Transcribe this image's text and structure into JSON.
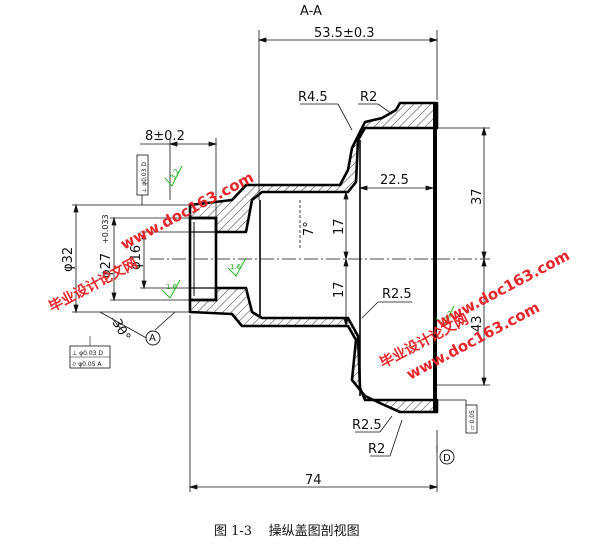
{
  "section_label": "A-A",
  "dimensions": {
    "overall_length_top": "53.5±0.3",
    "overall_length_bottom": "74",
    "radius_r45": "R4.5",
    "radius_r2_top": "R2",
    "radius_r25_mid": "R2.5",
    "radius_r25_bottom": "R2.5",
    "radius_r2_bottom": "R2",
    "width_8": "8±0.2",
    "len_225": "22.5",
    "height_37": "37",
    "height_43": "43",
    "half_17_top": "17",
    "half_17_bottom": "17",
    "angle_7": "7°",
    "diameter_32": "φ32",
    "diameter_27": "φ27",
    "diameter_16": "φ16",
    "tolerance_12": "+0.033",
    "angle_30": "30°",
    "datum_a": "A",
    "datum_d": "D"
  },
  "gdt": {
    "perp_top": "⊥ φ0.03 D",
    "runout_a": "⊥ φ0.03 D",
    "runout_b": "⌭ φ0.05 A",
    "flatness": "▱ 0.05"
  },
  "roughness": {
    "r1": "3.2",
    "r2": "1.6",
    "r3": "1.6",
    "r4": "3.2"
  },
  "watermarks": {
    "w1": "毕业设计论文网",
    "w2": "www.doc163.com",
    "w3": "www.doc163.com",
    "w4": "毕业设计论文网",
    "w5": "www.doc163.com"
  },
  "caption": "图 1-3    操纵盖图剖视图",
  "colors": {
    "line": "#111111",
    "watermark": "#e8262b",
    "roughness": "#19b319"
  }
}
